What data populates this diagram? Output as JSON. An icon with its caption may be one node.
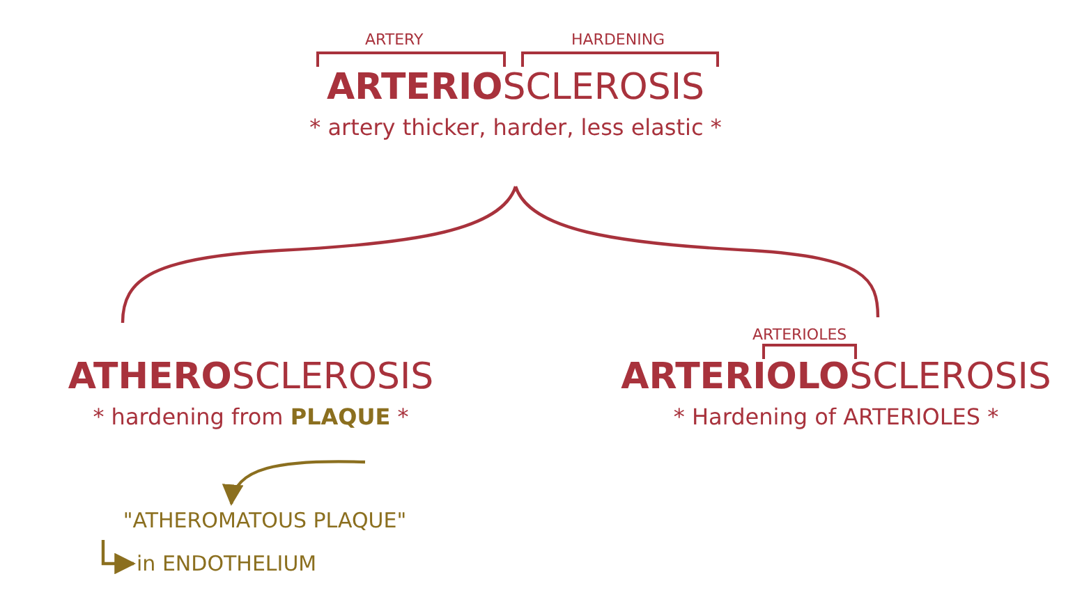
{
  "diagram": {
    "nodes": [
      {
        "text": [
          "**ARTERIO**SCLEROSIS",
          "* artery thicker, harder, less elastic *"
        ]
      },
      {
        "text": [
          "**ATHERO**SCLEROSIS",
          "* hardening from **PLAQUE** *"
        ]
      },
      {
        "text": [
          "**ARTERIOLO**SCLEROSIS",
          "* Hardening of ARTERIOLES *"
        ]
      },
      {
        "text": [
          "\"ATHEROMATOUS PLAQUE\""
        ]
      },
      {
        "text": [
          "in ENDOTHELIUM"
        ]
      }
    ],
    "edges": [
      {
        "from": 0,
        "to": 1,
        "arrow": "none"
      },
      {
        "from": 0,
        "to": 2,
        "arrow": "none"
      },
      {
        "from": 1,
        "to": 3,
        "arrow": "to",
        "color": "#8b6f1f"
      },
      {
        "from": 3,
        "to": 4,
        "arrow": "to",
        "color": "#8b6f1f"
      }
    ],
    "labels": [
      "ARTERY",
      "HARDENING",
      "ARTERIOLES"
    ]
  }
}
